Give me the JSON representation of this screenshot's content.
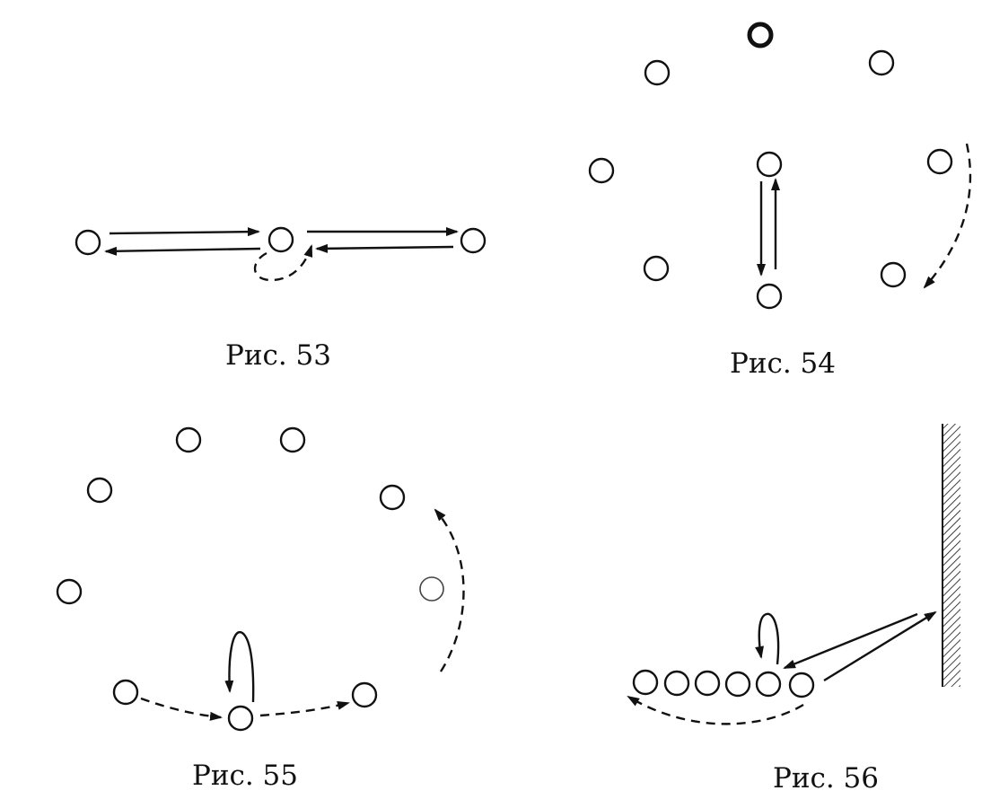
{
  "figures": [
    {
      "id": "fig-53",
      "caption": "Рис. 53"
    },
    {
      "id": "fig-54",
      "caption": "Рис. 54"
    },
    {
      "id": "fig-55",
      "caption": "Рис. 55"
    },
    {
      "id": "fig-56",
      "caption": "Рис. 56"
    }
  ],
  "colors": {
    "ink": "#111111",
    "paper": "#ffffff"
  }
}
